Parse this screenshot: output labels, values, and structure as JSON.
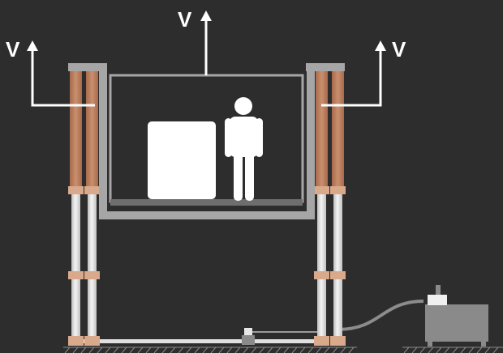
{
  "labels": {
    "left": "V",
    "top": "V",
    "right": "V"
  },
  "colors": {
    "background": "#2d2d2d",
    "frame": "#a6a6a6",
    "copper": "#c08566",
    "piston_rod": "#e9e9e9",
    "cargo": "#ffffff",
    "pump": "#8a8a8a"
  },
  "icons": {
    "person": "person-icon",
    "cargo": "cargo-box-icon",
    "pump": "hydraulic-pump-icon",
    "arrow": "arrow-up-icon"
  }
}
